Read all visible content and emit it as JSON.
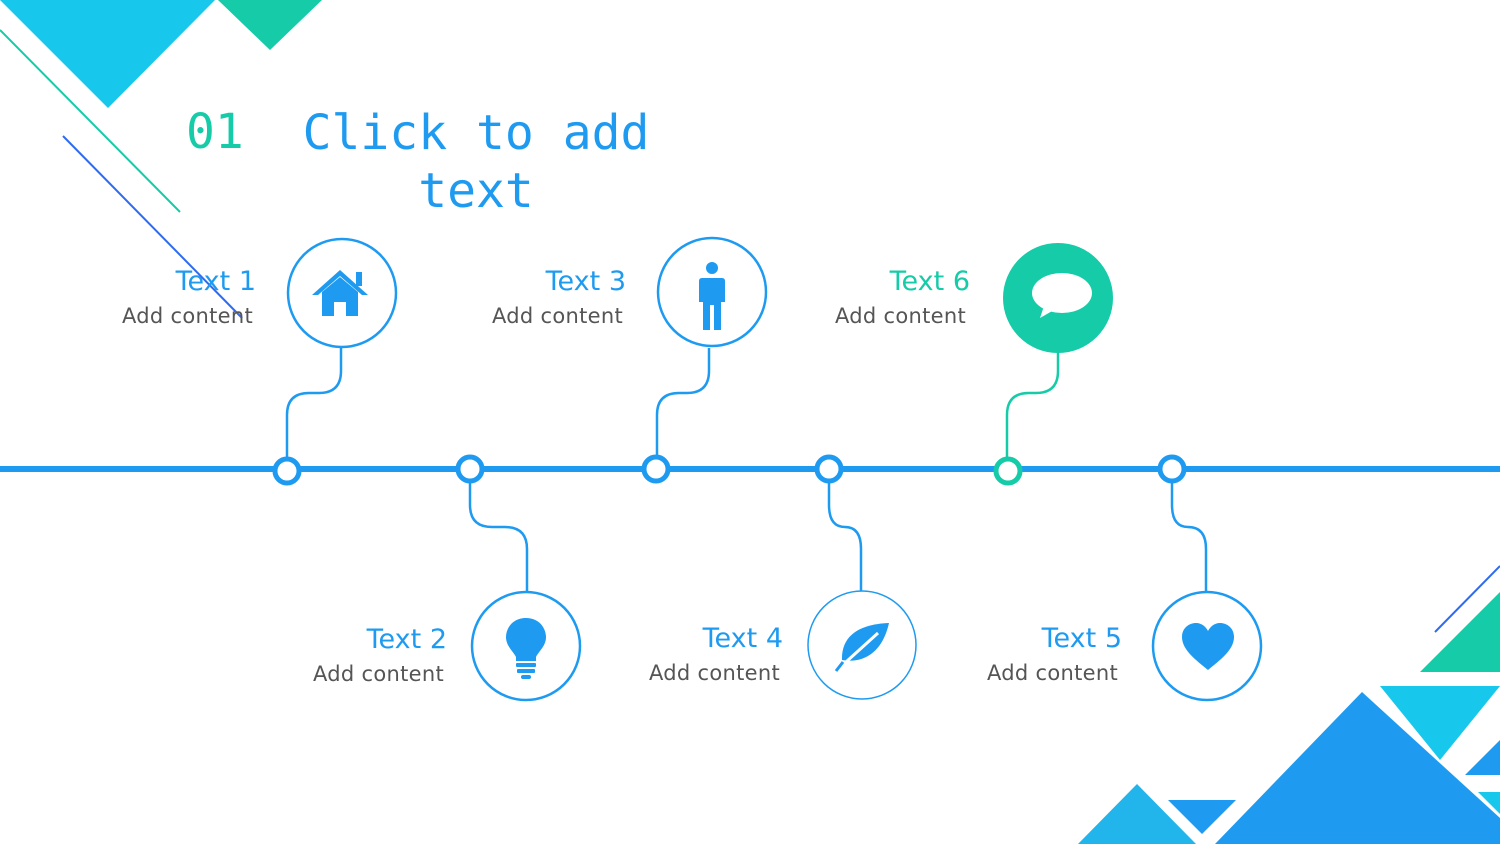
{
  "heading": {
    "number": "01",
    "title": "Click to add text"
  },
  "items": [
    {
      "label": "Text 1",
      "content": "Add content",
      "icon": "home-icon",
      "accent": "#1e9bf0"
    },
    {
      "label": "Text 2",
      "content": "Add content",
      "icon": "lightbulb-icon",
      "accent": "#1e9bf0"
    },
    {
      "label": "Text 3",
      "content": "Add content",
      "icon": "person-icon",
      "accent": "#1e9bf0"
    },
    {
      "label": "Text 4",
      "content": "Add content",
      "icon": "leaf-icon",
      "accent": "#1e9bf0"
    },
    {
      "label": "Text 5",
      "content": "Add content",
      "icon": "heart-icon",
      "accent": "#1e9bf0"
    },
    {
      "label": "Text 6",
      "content": "Add content",
      "icon": "speech-bubble-icon",
      "accent": "#15cba8"
    }
  ],
  "colors": {
    "blue": "#1e9bf0",
    "green": "#15cba8",
    "cyan": "#18c8ec",
    "sky": "#22b5ec"
  }
}
